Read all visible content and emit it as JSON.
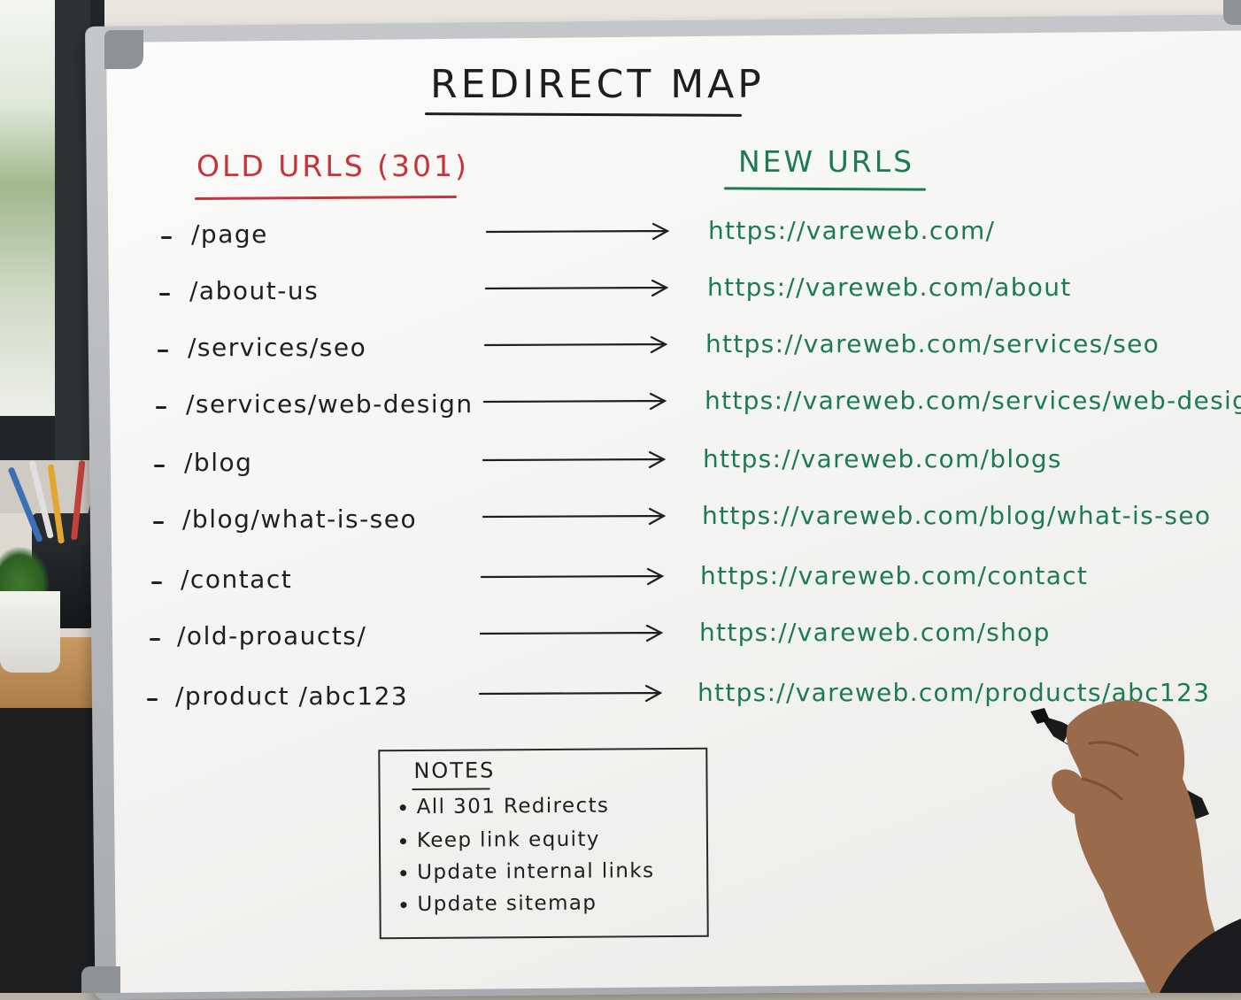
{
  "board": {
    "title": "REDIRECT  MAP",
    "old_heading": "OLD URLS  (301)",
    "new_heading": "NEW URLS"
  },
  "redirects": [
    {
      "old": "/page",
      "new": "https://vareweb.com/"
    },
    {
      "old": "/about-us",
      "new": "https://vareweb.com/about"
    },
    {
      "old": "/services/seo",
      "new": "https://vareweb.com/services/seo"
    },
    {
      "old": "/services/web-design",
      "new": "https://vareweb.com/services/web-design"
    },
    {
      "old": "/blog",
      "new": "https://vareweb.com/blogs"
    },
    {
      "old": "/blog/what-is-seo",
      "new": "https://vareweb.com/blog/what-is-seo"
    },
    {
      "old": "/contact",
      "new": "https://vareweb.com/contact"
    },
    {
      "old": "/old-proaucts/",
      "new": "https://vareweb.com/shop"
    },
    {
      "old": "/product /abc123",
      "new": "https://vareweb.com/products/abc123"
    }
  ],
  "notes": {
    "title": "NOTES",
    "items": [
      "All  301  Redirects",
      "Keep  link  equity",
      "Update  internal  links",
      "Update  sitemap"
    ]
  },
  "colors": {
    "old_heading": "#c8333a",
    "new_urls": "#1b7b55",
    "ink": "#1f1f1f"
  }
}
